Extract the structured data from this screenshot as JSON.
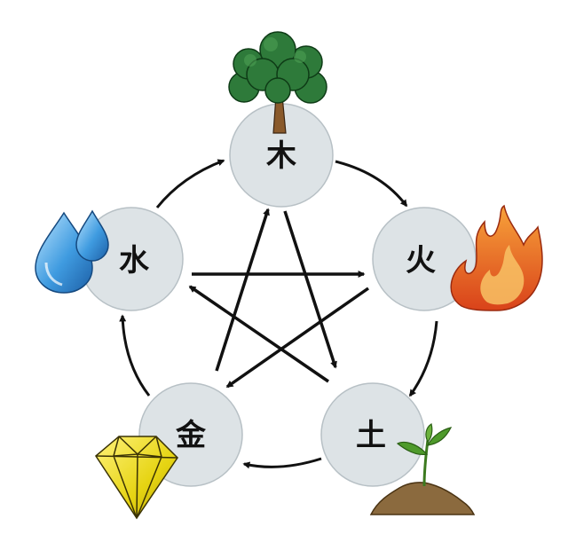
{
  "elements": [
    {
      "id": "wood",
      "label": "木",
      "icon": "tree-icon"
    },
    {
      "id": "fire",
      "label": "火",
      "icon": "flame-icon"
    },
    {
      "id": "earth",
      "label": "土",
      "icon": "sprout-in-soil-icon"
    },
    {
      "id": "metal",
      "label": "金",
      "icon": "gem-icon"
    },
    {
      "id": "water",
      "label": "水",
      "icon": "water-drops-icon"
    }
  ],
  "generating_cycle": [
    [
      "wood",
      "fire"
    ],
    [
      "fire",
      "earth"
    ],
    [
      "earth",
      "metal"
    ],
    [
      "metal",
      "water"
    ],
    [
      "water",
      "wood"
    ]
  ],
  "overcoming_cycle": [
    [
      "wood",
      "earth"
    ],
    [
      "earth",
      "water"
    ],
    [
      "water",
      "fire"
    ],
    [
      "fire",
      "metal"
    ],
    [
      "metal",
      "wood"
    ]
  ],
  "colors": {
    "node_fill": "#dde3e6",
    "node_stroke": "#b7c0c5",
    "arrow": "#111111",
    "tree_foliage": "#2e7a3a",
    "tree_trunk": "#8a5a2b",
    "flame_outer": "#e8541c",
    "flame_inner": "#f6a634",
    "soil": "#8b6a3e",
    "leaf": "#4e9a2b",
    "gem": "#e9d910",
    "water": "#2f8fd6"
  }
}
